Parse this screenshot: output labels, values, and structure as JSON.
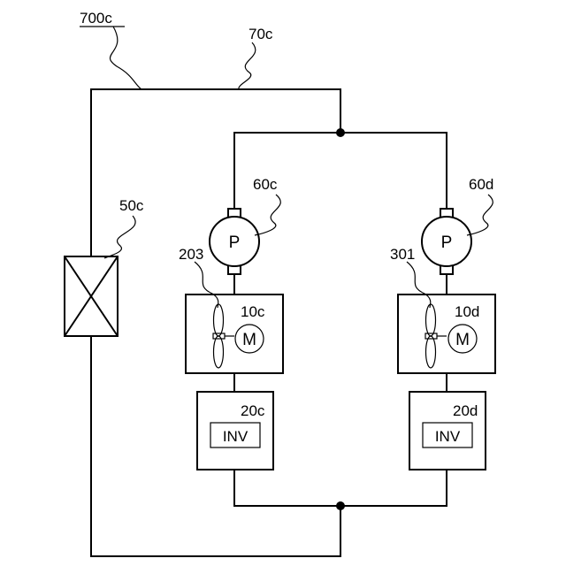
{
  "labels": {
    "system": "700c",
    "pipe": "70c",
    "heat_exchanger": "50c",
    "pump_left": "60c",
    "pump_right": "60d",
    "fan_left": "203",
    "fan_right": "301",
    "unit_left": "10c",
    "unit_right": "10d",
    "inverter_unit_left": "20c",
    "inverter_unit_right": "20d"
  },
  "symbols": {
    "pump": "P",
    "motor": "M",
    "inverter": "INV"
  }
}
